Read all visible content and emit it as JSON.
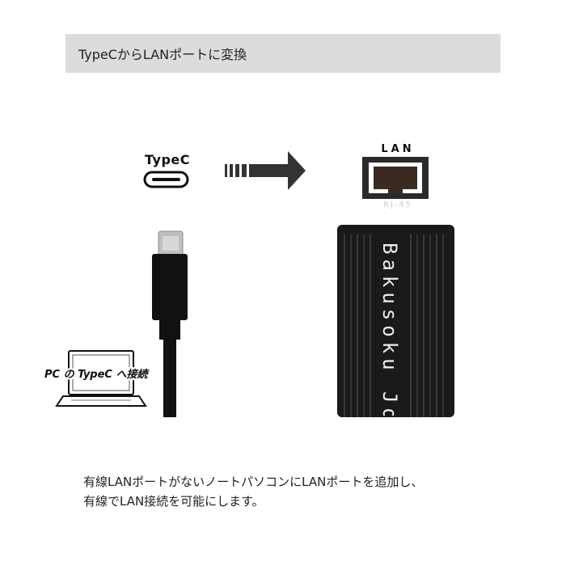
{
  "header": {
    "title": "TypeCからLANポートに変換"
  },
  "diagram": {
    "typec_label": "TypeC",
    "lan_label": "LAN",
    "rj45_label": "RJ-45",
    "pc_note": "PC の TypeC へ接続",
    "device_brand": "Bakusoku Joho"
  },
  "description": {
    "line1": "有線LANポートがないノートパソコンにLANポートを追加し、",
    "line2": "有線でLAN接続を可能にします。"
  }
}
